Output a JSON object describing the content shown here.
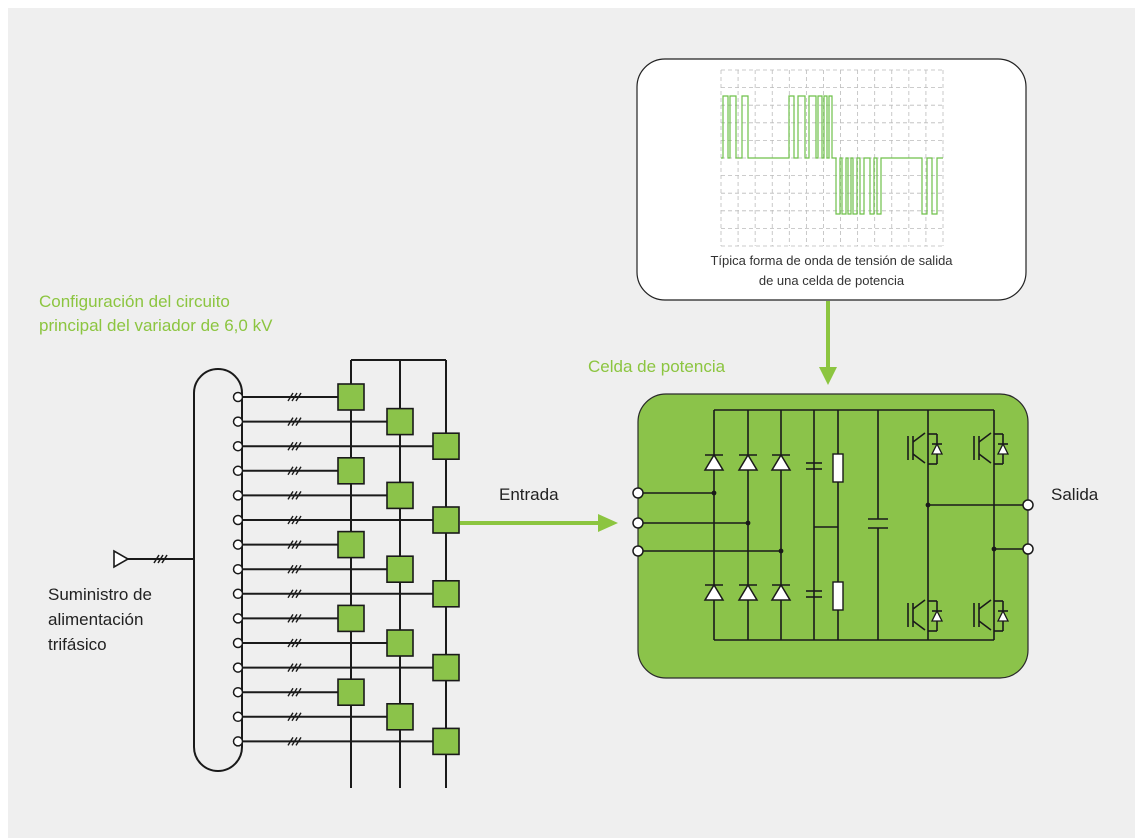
{
  "colors": {
    "background": "#efefef",
    "accent_green": "#8cc540",
    "cell_fill": "#8bc34a",
    "line": "#1a1a1a",
    "waveform": "#6fc04a",
    "grid": "#bbbbbb"
  },
  "diagram": {
    "config_title_line1": "Configuración del circuito",
    "config_title_line2": "principal del variador de 6,0 kV",
    "supply_line1": "Suministro de",
    "supply_line2": "alimentación",
    "supply_line3": "trifásico",
    "input_label": "Entrada",
    "output_label": "Salida",
    "cell_title": "Celda de potencia",
    "waveform_caption_line1": "Típica forma de onda de tensión de salida",
    "waveform_caption_line2": "de una celda de potencia"
  }
}
